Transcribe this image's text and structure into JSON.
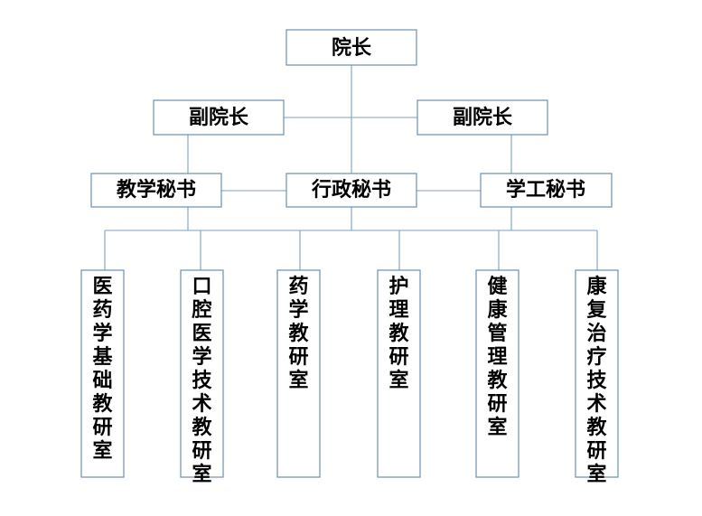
{
  "org_chart": {
    "dean": "院长",
    "vice_dean_left": "副院长",
    "vice_dean_right": "副院长",
    "teaching_secretary": "教学秘书",
    "admin_secretary": "行政秘书",
    "student_affairs_secretary": "学工秘书",
    "departments": [
      "医药学基础教研室",
      "口腔医学技术教研室",
      "药学教研室",
      "护理教研室",
      "健康管理教研室",
      "康复治疗技术教研室"
    ]
  }
}
